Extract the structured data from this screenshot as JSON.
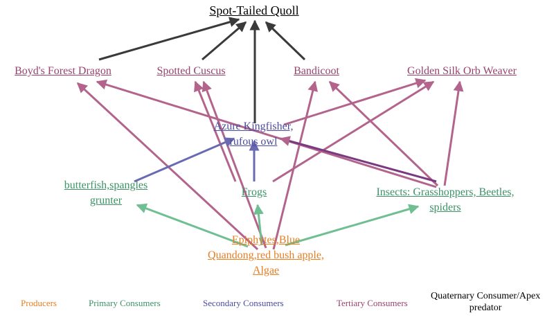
{
  "colors": {
    "apex": "#000000",
    "apex_arrow": "#3a3a3a",
    "tertiary": "#98416d",
    "tertiary_arrow": "#b3648c",
    "secondary": "#4a4aa0",
    "secondary_arrow": "#6a6ab2",
    "primary": "#3c9166",
    "primary_arrow": "#6fbf92",
    "producer": "#e67e22"
  },
  "nodes": {
    "quoll": "Spot-Tailed Quoll",
    "dragon": "Boyd's Forest Dragon",
    "cuscus": "Spotted Cuscus",
    "bandicoot": "Bandicoot",
    "weaver": "Golden Silk Orb Weaver",
    "kingfisher_1": "Azure Kingfisher,",
    "kingfisher_2": "rufous owl",
    "butterfish_1": "butterfish,spangles",
    "butterfish_2": "grunter",
    "frogs": "Frogs",
    "insects_1": "Insects: Grasshoppers, Beetles,",
    "insects_2": "spiders",
    "producers_1": "Epiphytes,Blue",
    "producers_2": "Quandong,red bush apple,",
    "producers_3": "Algae"
  },
  "legend": {
    "producers": "Producers",
    "primary": "Primary Consumers",
    "secondary": "Secondary Consumers",
    "tertiary": "Tertiary Consumers",
    "apex_1": "Quaternary Consumer/Apex",
    "apex_2": "predator"
  }
}
